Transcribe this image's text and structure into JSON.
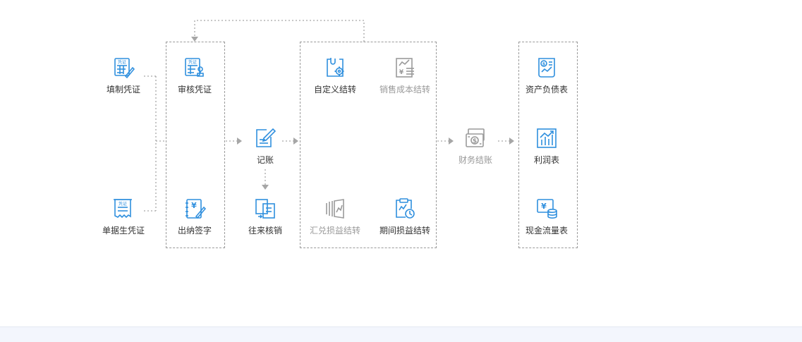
{
  "nodes": {
    "fill_voucher": "填制凭证",
    "doc_voucher": "单据生凭证",
    "audit_voucher": "审核凭证",
    "cashier_sign": "出纳签字",
    "bookkeeping": "记账",
    "ar_ap_verify": "往来核销",
    "custom_transfer": "自定义结转",
    "sales_cost_transfer": "销售成本结转",
    "fx_gain_loss_transfer": "汇兑损益结转",
    "period_gain_loss_transfer": "期间损益结转",
    "financial_close": "财务结账",
    "balance_sheet": "资产负债表",
    "income_statement": "利润表",
    "cash_flow_statement": "现金流量表"
  },
  "icon_text": {
    "voucher_tag": "凭证",
    "yen": "¥",
    "dollar": "$"
  },
  "colors": {
    "accent": "#2f8fde",
    "disabled": "#9a9a9a",
    "flow_line": "#a6a6a6"
  }
}
